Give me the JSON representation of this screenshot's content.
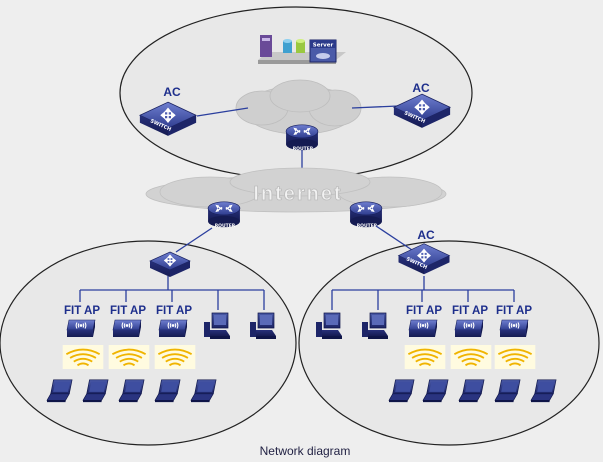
{
  "diagram": {
    "caption": "Network diagram",
    "cloud_label": "Internet",
    "device_labels": {
      "ac": "AC",
      "fit_ap": "FIT AP",
      "router_tag": "ROUTER",
      "switch_tag": "SWITCH",
      "server": "Server"
    },
    "colors": {
      "background": "#eeeeee",
      "ellipse_fill": "#e8e8e8",
      "ellipse_stroke": "#222222",
      "device_blue": "#2f3d8f",
      "link_blue": "#2b3f9e",
      "label_blue": "#1e2f8c",
      "wireless_waves": "#f0b400"
    },
    "icons": [
      "router-icon",
      "switch-icon",
      "ap-icon",
      "desktop-icon",
      "laptop-icon",
      "server-icon",
      "cloud-icon",
      "wireless-signal-icon"
    ]
  }
}
